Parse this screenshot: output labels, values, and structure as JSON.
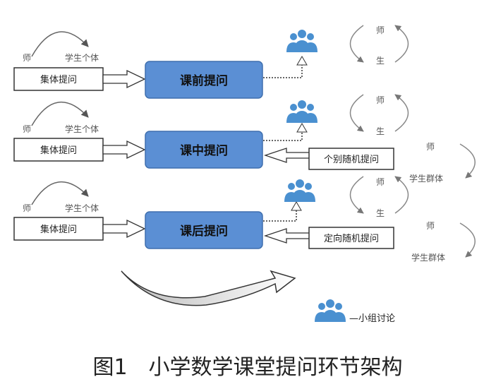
{
  "rows": [
    {
      "stage": "课前提问",
      "left_box": "集体提问",
      "teacher": "师",
      "student": "学生个体",
      "right_box": "",
      "right_teacher": "",
      "right_group": ""
    },
    {
      "stage": "课中提问",
      "left_box": "集体提问",
      "teacher": "师",
      "student": "学生个体",
      "right_box": "个别随机提问",
      "right_teacher": "师",
      "right_group": "学生群体"
    },
    {
      "stage": "课后提问",
      "left_box": "集体提问",
      "teacher": "师",
      "student": "学生个体",
      "right_box": "定向随机提问",
      "right_teacher": "师",
      "right_group": "学生群体"
    }
  ],
  "cycle": {
    "teacher": "师",
    "student": "生"
  },
  "legend": {
    "label": "—小组讨论",
    "icon": "people-group-icon"
  },
  "caption": "图1　小学数学课堂提问环节架构",
  "colors": {
    "stage_fill": "#5b8fd4",
    "stage_stroke": "#3f6fae",
    "icon": "#4a90d0"
  }
}
